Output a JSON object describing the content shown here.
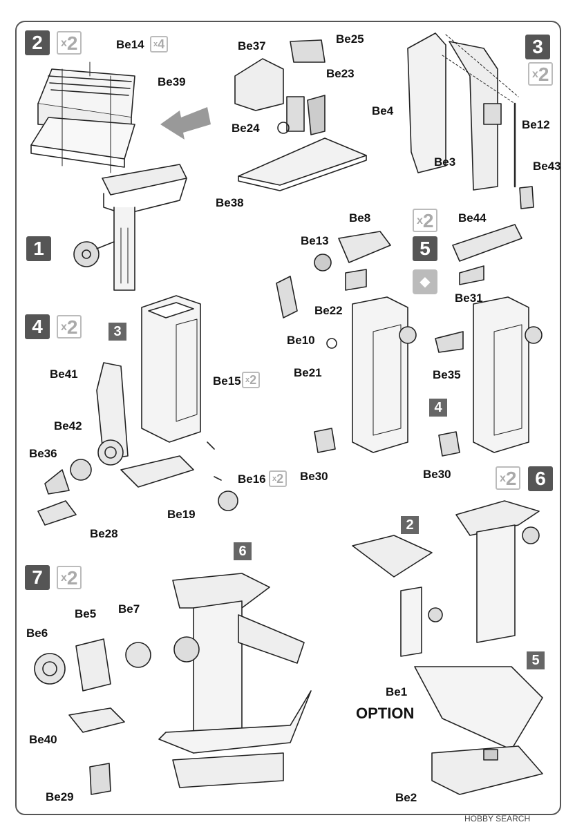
{
  "steps": {
    "s1": {
      "num": "1"
    },
    "s2": {
      "num": "2",
      "mult": "2",
      "part_mult": "4"
    },
    "s3": {
      "num": "3",
      "mult": "2"
    },
    "s4": {
      "num": "4",
      "mult": "2",
      "sub": "3",
      "part_mult_a": "2",
      "part_mult_b": "2"
    },
    "s5": {
      "num": "5",
      "mult": "2",
      "sub": "4"
    },
    "s6": {
      "num": "6",
      "mult": "2",
      "sub_a": "2",
      "sub_b": "5"
    },
    "s7": {
      "num": "7",
      "mult": "2",
      "sub": "6"
    }
  },
  "parts": {
    "be1": "Be1",
    "be2": "Be2",
    "be3": "Be3",
    "be4": "Be4",
    "be5": "Be5",
    "be6": "Be6",
    "be7": "Be7",
    "be8": "Be8",
    "be10": "Be10",
    "be12": "Be12",
    "be13": "Be13",
    "be14": "Be14",
    "be15": "Be15",
    "be16": "Be16",
    "be19": "Be19",
    "be21": "Be21",
    "be22": "Be22",
    "be23": "Be23",
    "be24": "Be24",
    "be25": "Be25",
    "be28": "Be28",
    "be29": "Be29",
    "be30": "Be30",
    "be30b": "Be30",
    "be31": "Be31",
    "be35": "Be35",
    "be36": "Be36",
    "be37": "Be37",
    "be38": "Be38",
    "be39": "Be39",
    "be40": "Be40",
    "be41": "Be41",
    "be42": "Be42",
    "be43": "Be43",
    "be44": "Be44"
  },
  "option_label": "OPTION",
  "watermark": "HOBBY SEARCH",
  "multiplier_prefix": "x"
}
